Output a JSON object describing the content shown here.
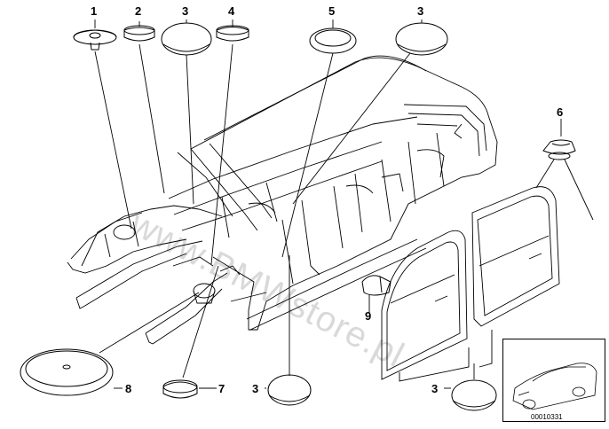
{
  "diagram": {
    "part_number": "00010331",
    "watermark": "www.BMWstore.pl",
    "callouts": [
      {
        "id": "c1a",
        "label": "1"
      },
      {
        "id": "c2a",
        "label": "2"
      },
      {
        "id": "c3a",
        "label": "3"
      },
      {
        "id": "c4a",
        "label": "4"
      },
      {
        "id": "c5a",
        "label": "5"
      },
      {
        "id": "c3b",
        "label": "3"
      },
      {
        "id": "c6a",
        "label": "6"
      },
      {
        "id": "c9a",
        "label": "9"
      },
      {
        "id": "c8a",
        "label": "8"
      },
      {
        "id": "c7a",
        "label": "7"
      },
      {
        "id": "c3c",
        "label": "3"
      },
      {
        "id": "c3d",
        "label": "3"
      }
    ]
  }
}
